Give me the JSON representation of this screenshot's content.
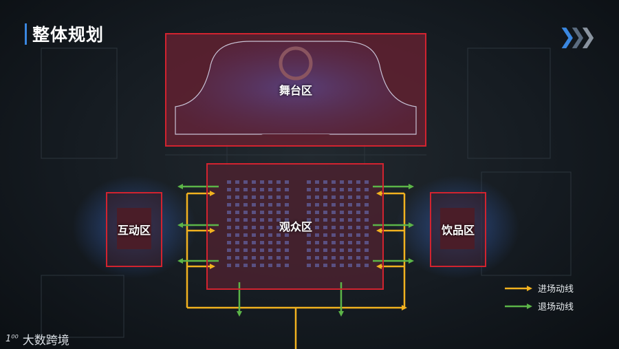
{
  "header": {
    "title": "整体规划",
    "accent_color": "#3a87e0",
    "nav_icon": "chevron-triple-right-icon"
  },
  "zones": {
    "stage": "舞台区",
    "audience": "观众区",
    "interactive": "互动区",
    "drinks": "饮品区"
  },
  "legend": {
    "entry_label": "进场动线",
    "exit_label": "退场动线",
    "entry_color": "#f2b21f",
    "exit_color": "#5cb548"
  },
  "logo": {
    "mark": "1⁰⁰",
    "text": "大数跨境"
  }
}
